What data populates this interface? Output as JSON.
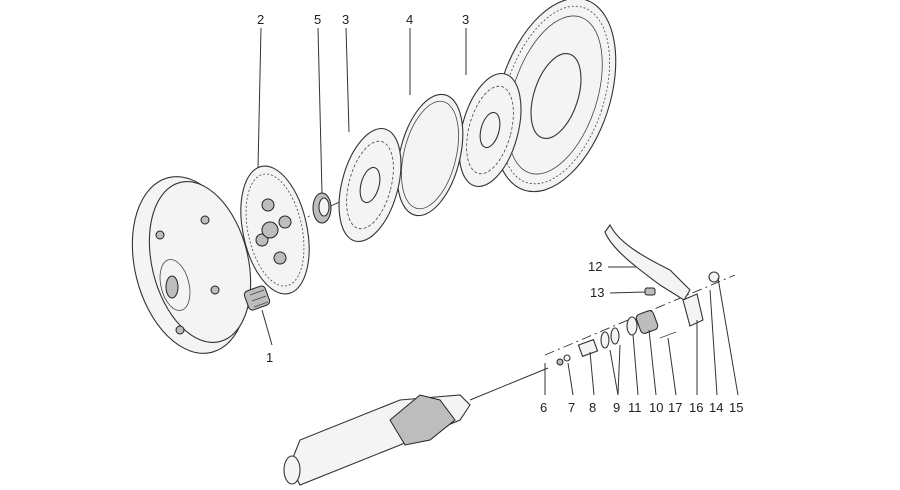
{
  "diagram": {
    "callouts": [
      {
        "id": "c1",
        "text": "1"
      },
      {
        "id": "c2",
        "text": "2"
      },
      {
        "id": "c3a",
        "text": "3"
      },
      {
        "id": "c3b",
        "text": "3"
      },
      {
        "id": "c4",
        "text": "4"
      },
      {
        "id": "c5",
        "text": "5"
      },
      {
        "id": "c6",
        "text": "6"
      },
      {
        "id": "c7",
        "text": "7"
      },
      {
        "id": "c8",
        "text": "8"
      },
      {
        "id": "c9",
        "text": "9"
      },
      {
        "id": "c10",
        "text": "10"
      },
      {
        "id": "c11",
        "text": "11"
      },
      {
        "id": "c12",
        "text": "12"
      },
      {
        "id": "c13",
        "text": "13"
      },
      {
        "id": "c14",
        "text": "14"
      },
      {
        "id": "c15",
        "text": "15"
      },
      {
        "id": "c16",
        "text": "16"
      },
      {
        "id": "c17",
        "text": "17"
      }
    ],
    "colors": {
      "line": "#333333",
      "background": "#ffffff",
      "shade": "#bdbdbd"
    }
  }
}
